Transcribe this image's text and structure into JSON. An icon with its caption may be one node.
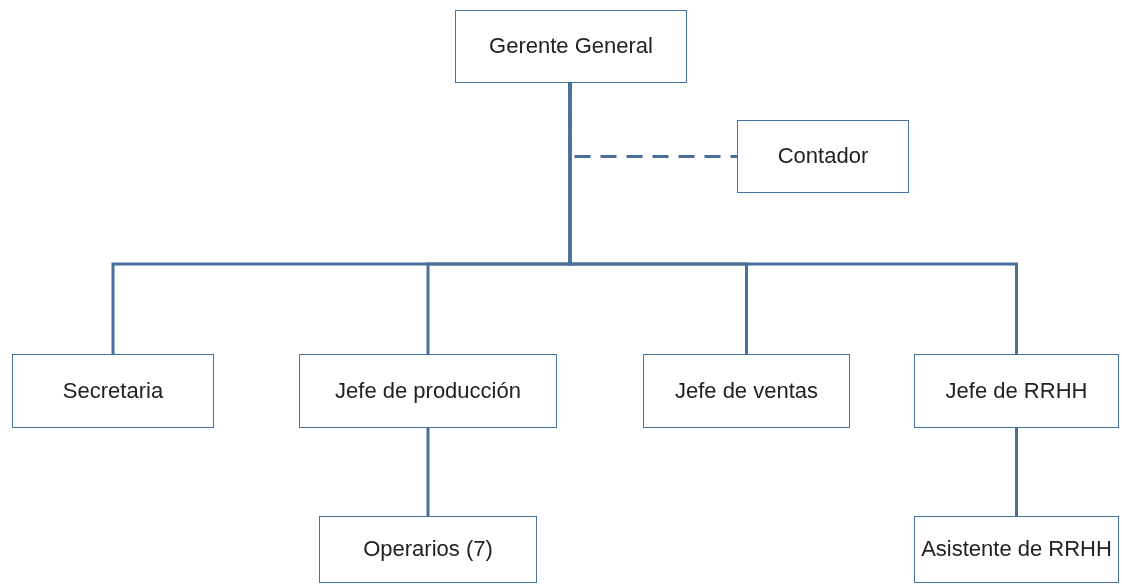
{
  "diagram": {
    "nodes": [
      {
        "text": [
          "Gerente General"
        ]
      },
      {
        "text": [
          "Contador"
        ]
      },
      {
        "text": [
          "Secretaria"
        ]
      },
      {
        "text": [
          "Jefe de producción"
        ]
      },
      {
        "text": [
          "Jefe de ventas"
        ]
      },
      {
        "text": [
          "Jefe de RRHH"
        ]
      },
      {
        "text": [
          "Operarios (7)"
        ]
      },
      {
        "text": [
          "Asistente de RRHH"
        ]
      }
    ],
    "edges": [
      {
        "from": 0,
        "to": 1,
        "arrow": "none",
        "style": "dashed"
      },
      {
        "from": 0,
        "to": 2,
        "arrow": "none"
      },
      {
        "from": 0,
        "to": 3,
        "arrow": "none"
      },
      {
        "from": 0,
        "to": 4,
        "arrow": "none"
      },
      {
        "from": 0,
        "to": 5,
        "arrow": "none"
      },
      {
        "from": 3,
        "to": 6,
        "arrow": "none"
      },
      {
        "from": 5,
        "to": 7,
        "arrow": "none"
      }
    ]
  }
}
